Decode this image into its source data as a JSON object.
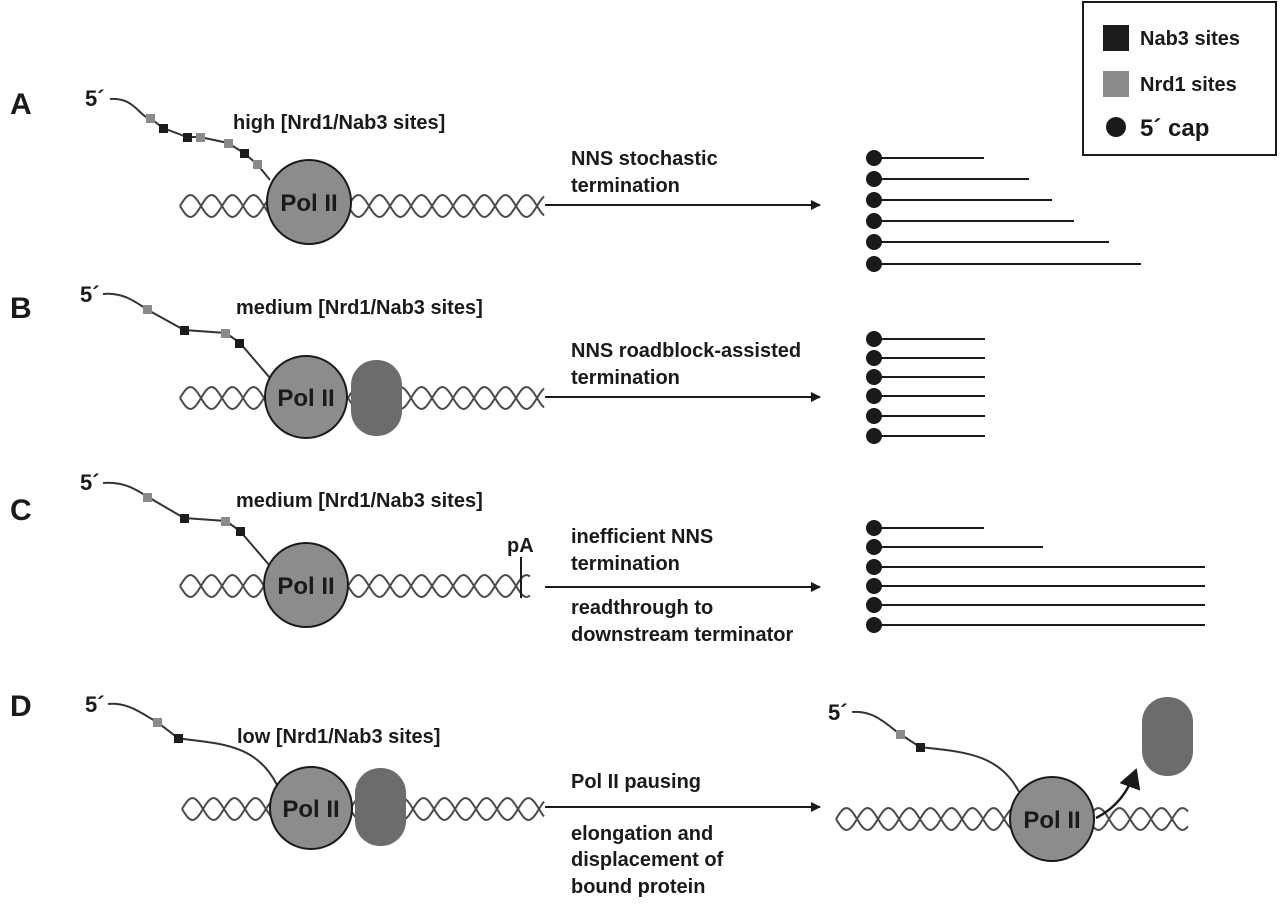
{
  "legend": {
    "nab3": "Nab3 sites",
    "nrd1": "Nrd1 sites",
    "cap": "5´ cap"
  },
  "colors": {
    "nab3": "#1c1c1c",
    "nrd1": "#8a8a8a",
    "pol2": "#8c8c8c",
    "blocker": "#6c6c6c",
    "line": "#1a1a1a"
  },
  "polymerase_label": "Pol II",
  "five_prime": "5´",
  "panels": [
    {
      "letter": "A",
      "density": "high [Nrd1/Nab3 sites]",
      "arrow_text": [
        "NNS stochastic",
        "termination"
      ],
      "transcripts": [
        "short",
        "medium-short",
        "medium",
        "medium-long",
        "long",
        "longest"
      ]
    },
    {
      "letter": "B",
      "density": "medium [Nrd1/Nab3 sites]",
      "arrow_text": [
        "NNS roadblock-assisted",
        "termination"
      ],
      "transcripts": [
        "uniform",
        "uniform",
        "uniform",
        "uniform",
        "uniform",
        "uniform"
      ]
    },
    {
      "letter": "C",
      "density": "medium [Nrd1/Nab3 sites]",
      "site_label": "pA",
      "arrow_text": [
        "inefficient NNS",
        "termination"
      ],
      "arrow_text_below": [
        "readthrough to",
        "downstream terminator"
      ],
      "transcripts": [
        "short",
        "medium",
        "readthrough",
        "readthrough",
        "readthrough",
        "readthrough"
      ]
    },
    {
      "letter": "D",
      "density": "low [Nrd1/Nab3 sites]",
      "arrow_text": [
        "Pol II pausing"
      ],
      "arrow_text_below": [
        "elongation and",
        "displacement of",
        "bound protein"
      ]
    }
  ]
}
